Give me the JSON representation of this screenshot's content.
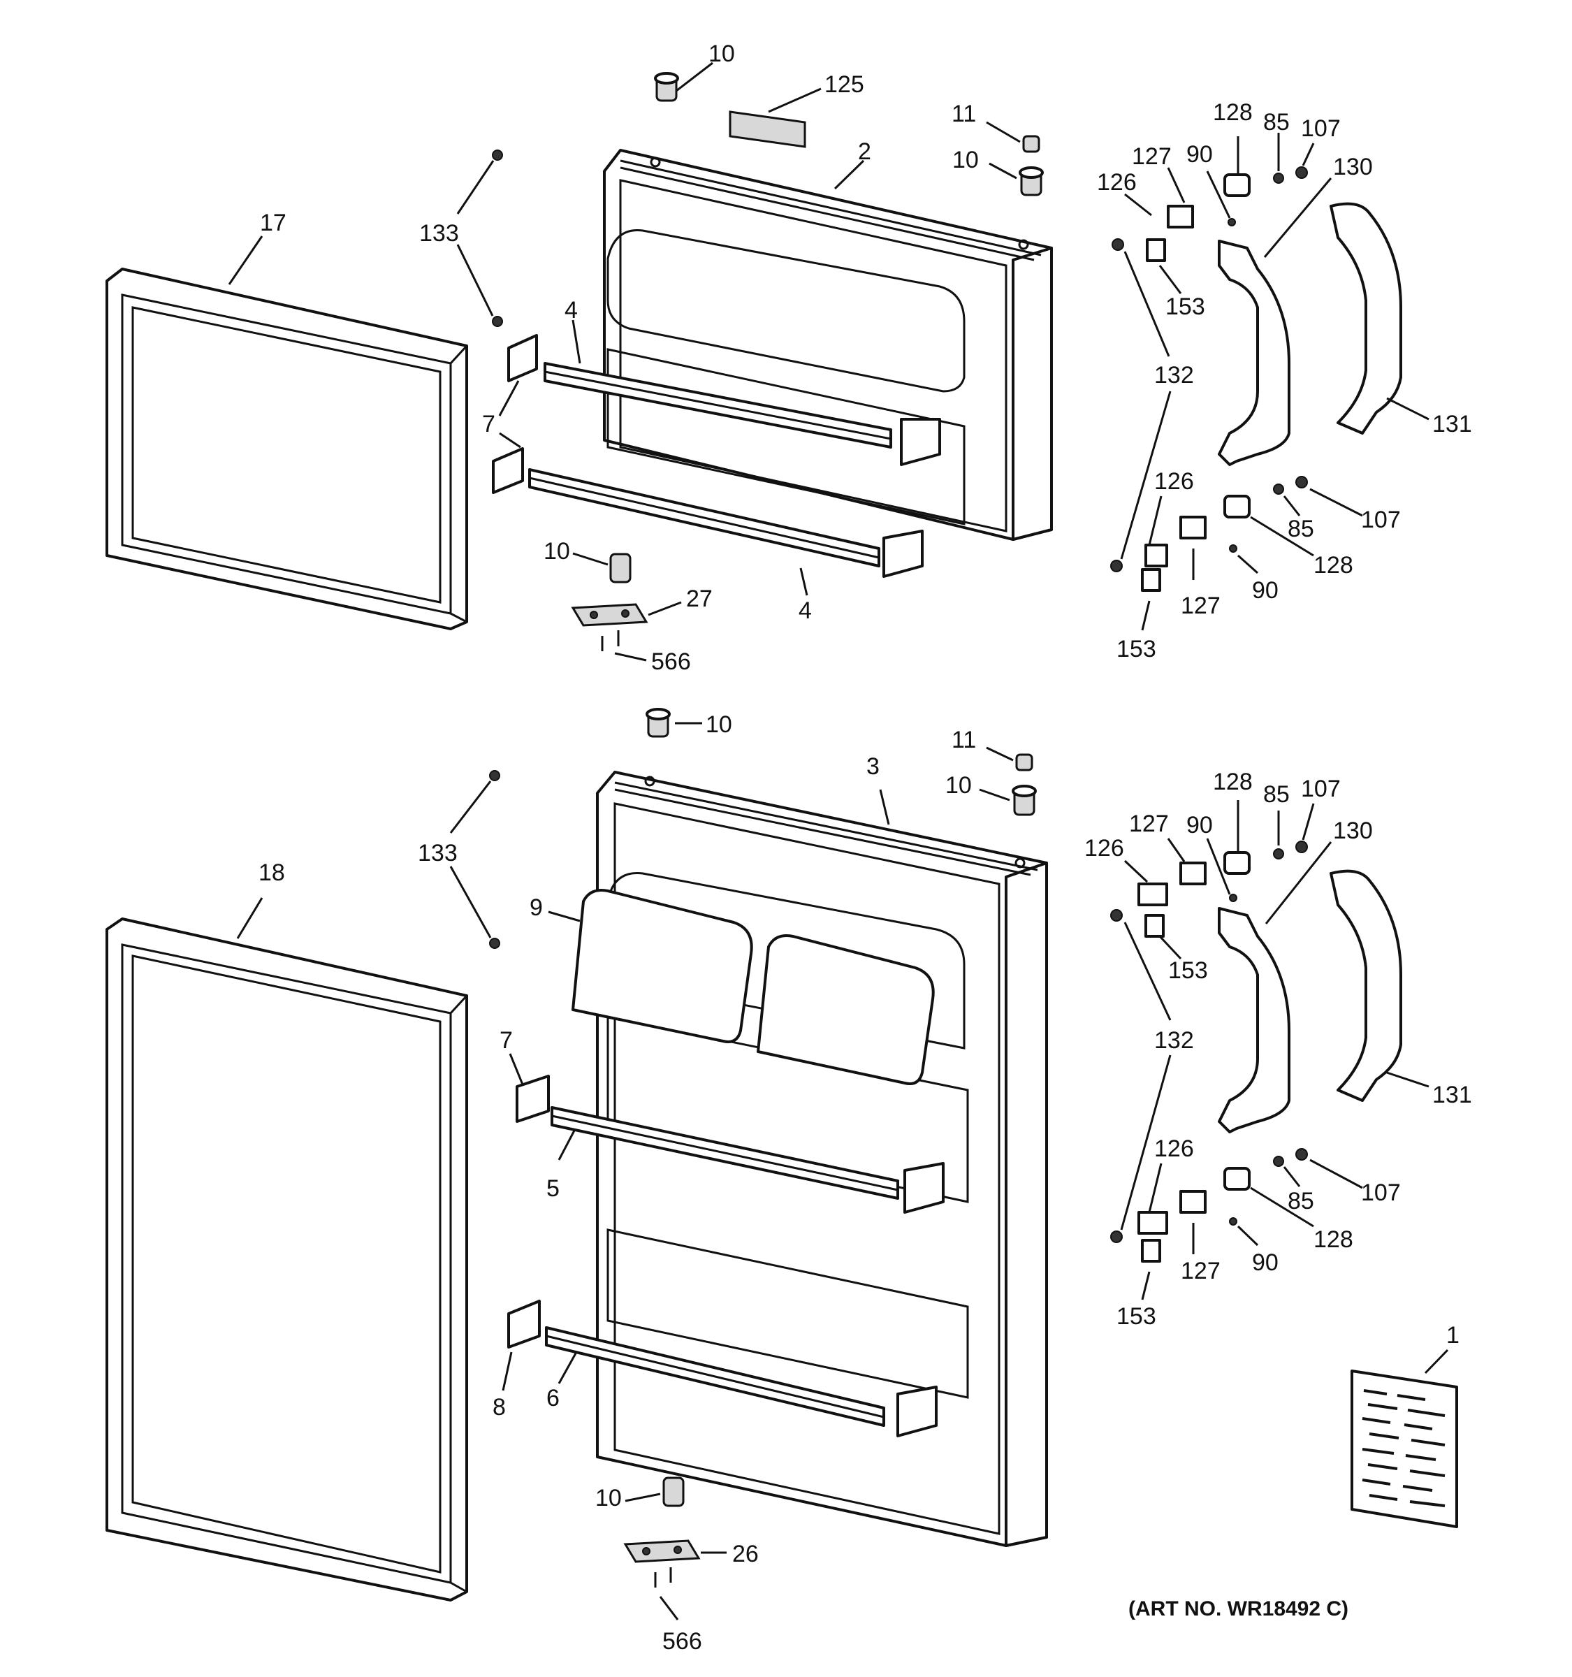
{
  "diagram": {
    "art_number": "(ART NO. WR18492 C)",
    "freezer_door": {
      "callouts": {
        "gasket": "17",
        "door": "2",
        "plug_top": "10",
        "nameplate": "125",
        "plug_11": "11",
        "plug_10_right": "10",
        "screw_133": "133",
        "shelf_4a": "4",
        "shelf_4b": "4",
        "end_cap_7": "7",
        "stop_bottom": "10",
        "hinge_27": "27",
        "screw_566": "566"
      }
    },
    "fresh_food_door": {
      "callouts": {
        "gasket": "18",
        "door": "3",
        "plug_top": "10",
        "plug_11": "11",
        "plug_10_right": "10",
        "screw_133": "133",
        "dairy_9": "9",
        "end_cap_7": "7",
        "shelf_5": "5",
        "end_cap_8": "8",
        "shelf_6": "6",
        "stop_bottom": "10",
        "hinge_26": "26",
        "screw_566": "566"
      }
    },
    "handle_group_top": {
      "callouts": {
        "c128a": "128",
        "c85a": "85",
        "c107a": "107",
        "c130": "130",
        "c127a": "127",
        "c90a": "90",
        "c126a": "126",
        "c153a": "153",
        "c132": "132",
        "c131": "131",
        "c126b": "126",
        "c107b": "107",
        "c85b": "85",
        "c128b": "128",
        "c127b": "127",
        "c90b": "90",
        "c153b": "153"
      }
    },
    "handle_group_bottom": {
      "callouts": {
        "c128a": "128",
        "c85a": "85",
        "c107a": "107",
        "c130": "130",
        "c127a": "127",
        "c90a": "90",
        "c126a": "126",
        "c153a": "153",
        "c132": "132",
        "c131": "131",
        "c126b": "126",
        "c107b": "107",
        "c85b": "85",
        "c128b": "128",
        "c127b": "127",
        "c90b": "90",
        "c153b": "153"
      }
    },
    "literature": {
      "callout": "1"
    }
  }
}
